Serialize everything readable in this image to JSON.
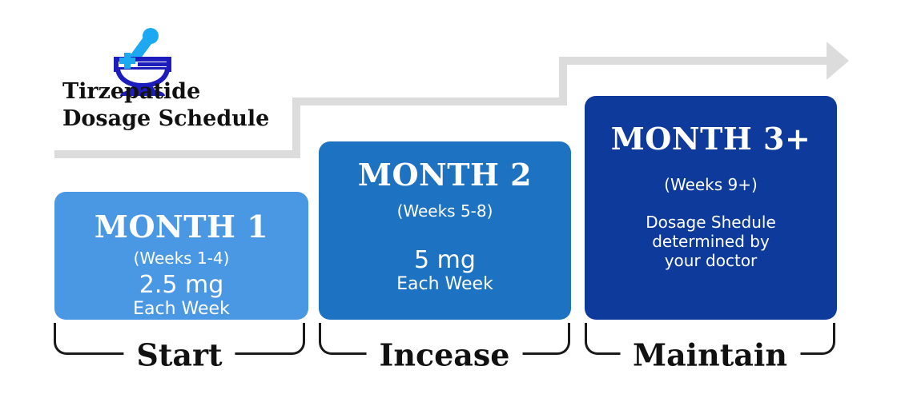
{
  "header": {
    "title_line1": "Tirzepatide",
    "title_line2": "Dosage Schedule",
    "icon": "mortar-and-pestle-icon"
  },
  "colors": {
    "box1": "#4a98e3",
    "box2": "#1d72c2",
    "box3": "#0d3a9b",
    "arrow": "#dcdcdc",
    "text_dark": "#111111",
    "text_light": "#ffffff",
    "icon_dark": "#1d1dbd",
    "icon_light": "#1ca9f2"
  },
  "stages": [
    {
      "title": "MONTH 1",
      "weeks": "(Weeks 1-4)",
      "dose": "2.5 mg",
      "frequency": "Each Week",
      "label": "Start"
    },
    {
      "title": "MONTH 2",
      "weeks": "(Weeks 5-8)",
      "dose": "5 mg",
      "frequency": "Each Week",
      "label": "Incease"
    },
    {
      "title": "MONTH 3+",
      "weeks": "(Weeks 9+)",
      "note_line1": "Dosage Shedule",
      "note_line2": "determined by",
      "note_line3": "your doctor",
      "label": "Maintain"
    }
  ]
}
